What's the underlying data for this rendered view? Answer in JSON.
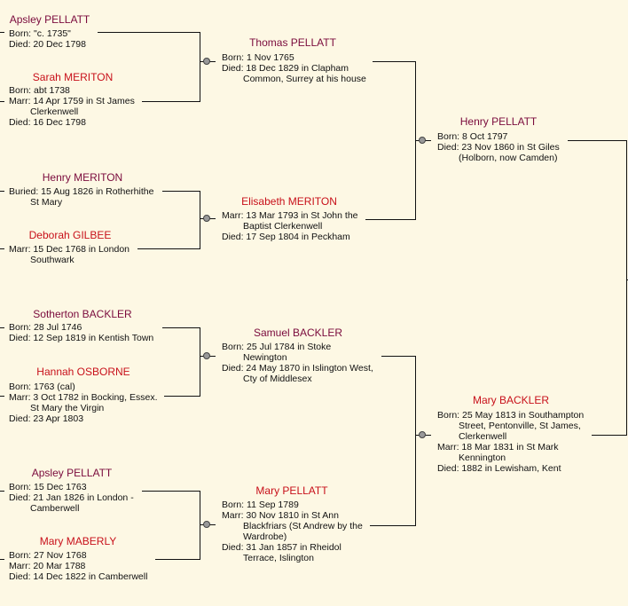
{
  "people": {
    "apsley1": {
      "name": "Apsley  PELLATT",
      "l": [
        "Born: \"c. 1735\"",
        "Died: 20 Dec 1798"
      ]
    },
    "sarah": {
      "name": "Sarah  MERITON",
      "l": [
        "Born: abt 1738",
        "Marr: 14 Apr 1759 in St James",
        "Clerkenwell",
        "Died: 16 Dec 1798"
      ]
    },
    "thomas": {
      "name": "Thomas PELLATT",
      "l": [
        "Born: 1 Nov 1765",
        "Died: 18 Dec 1829 in Clapham",
        "Common, Surrey at his house"
      ]
    },
    "henrym": {
      "name": "Henry  MERITON",
      "l": [
        "Buried: 15 Aug 1826 in Rotherhithe",
        "St Mary"
      ]
    },
    "deborah": {
      "name": "Deborah GILBEE",
      "l": [
        "Marr: 15 Dec 1768 in London",
        "Southwark"
      ]
    },
    "elisabeth": {
      "name": "Elisabeth MERITON",
      "l": [
        "Marr: 13 Mar 1793 in St John the",
        "Baptist Clerkenwell",
        "Died: 17 Sep 1804 in Peckham"
      ]
    },
    "henryp": {
      "name": "Henry  PELLATT",
      "l": [
        "Born: 8 Oct 1797",
        "Died: 23 Nov 1860 in St Giles",
        "(Holborn, now Camden)"
      ]
    },
    "sotherton": {
      "name": "Sotherton BACKLER",
      "l": [
        "Born: 28 Jul 1746",
        "Died: 12 Sep 1819 in Kentish Town"
      ]
    },
    "hannah": {
      "name": "Hannah OSBORNE",
      "l": [
        "Born: 1763 (cal)",
        "Marr: 3 Oct 1782 in Bocking, Essex.",
        "St Mary the Virgin",
        "Died: 23 Apr 1803"
      ]
    },
    "samuel": {
      "name": "Samuel BACKLER",
      "l": [
        "Born: 25 Jul 1784 in Stoke",
        "Newington",
        "Died: 24 May 1870 in Islington West,",
        "Cty of Middlesex"
      ]
    },
    "apsley2": {
      "name": "Apsley  PELLATT",
      "l": [
        "Born: 15 Dec 1763",
        "Died: 21 Jan 1826 in London -",
        "Camberwell"
      ]
    },
    "marymab": {
      "name": "Mary  MABERLY",
      "l": [
        "Born: 27 Nov 1768",
        "Marr: 20 Mar 1788",
        "Died: 14 Dec 1822 in Camberwell"
      ]
    },
    "marypel": {
      "name": "Mary  PELLATT",
      "l": [
        "Born: 11 Sep 1789",
        "Marr: 30 Nov 1810 in St Ann",
        "Blackfriars (St Andrew by the",
        "Wardrobe)",
        "Died: 31 Jan 1857  in Rheidol",
        "Terrace, Islington"
      ]
    },
    "maryb": {
      "name": "Mary  BACKLER",
      "l": [
        "Born: 25 May 1813 in Southampton",
        "Street, Pentonville, St James,",
        "Clerkenwell",
        "Marr: 18 Mar 1831 in St Mark",
        "Kennington",
        "Died: 1882 in Lewisham, Kent"
      ]
    }
  }
}
